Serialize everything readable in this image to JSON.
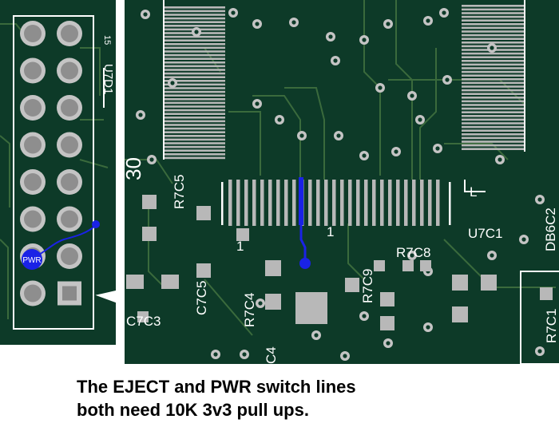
{
  "left_panel": {
    "designators": [
      "U7D1",
      "15",
      "PWR"
    ],
    "header_rows": 8,
    "header_cols": 2,
    "marker_color": "#1a22e6"
  },
  "right_panel": {
    "designators": [
      "R7C5",
      "C7C5",
      "R7C4",
      "R7C9",
      "R7C8",
      "U7C1",
      "DB6C2",
      "R7C1",
      "C7C3",
      "C4",
      "30",
      "1",
      "1",
      "L"
    ],
    "trace_color": "#1a22e6"
  },
  "board": {
    "substrate_color": "#0d3a28",
    "trace_color": "#3a6a3c",
    "pad_color": "#b8b8b8",
    "silk_color": "#ffffff"
  },
  "caption": {
    "line1": "The EJECT and PWR switch lines",
    "line2": "both need 10K 3v3 pull ups."
  }
}
